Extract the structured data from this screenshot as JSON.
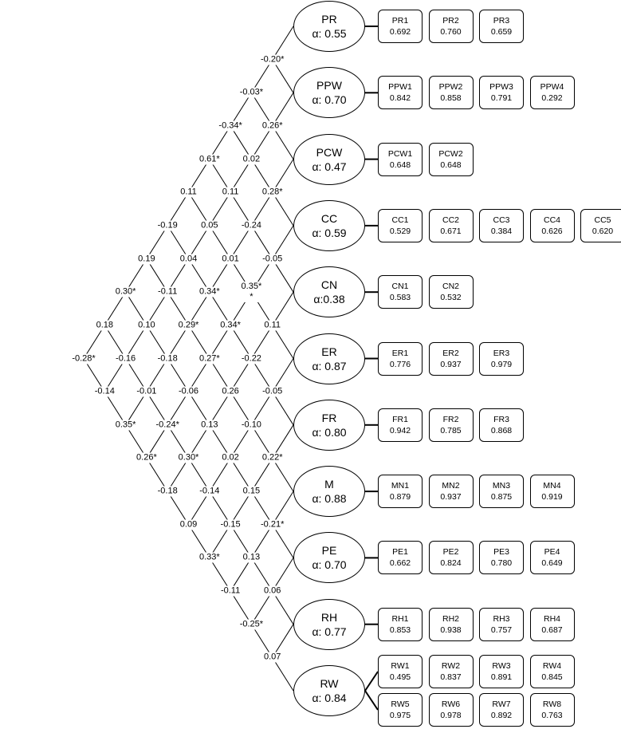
{
  "constructs": [
    {
      "id": "PR",
      "label": "PR",
      "alpha": "α: 0.55",
      "items": [
        {
          "name": "PR1",
          "value": "0.692"
        },
        {
          "name": "PR2",
          "value": "0.760"
        },
        {
          "name": "PR3",
          "value": "0.659"
        }
      ]
    },
    {
      "id": "PPW",
      "label": "PPW",
      "alpha": "α: 0.70",
      "items": [
        {
          "name": "PPW1",
          "value": "0.842"
        },
        {
          "name": "PPW2",
          "value": "0.858"
        },
        {
          "name": "PPW3",
          "value": "0.791"
        },
        {
          "name": "PPW4",
          "value": "0.292"
        }
      ]
    },
    {
      "id": "PCW",
      "label": "PCW",
      "alpha": "α: 0.47",
      "items": [
        {
          "name": "PCW1",
          "value": "0.648"
        },
        {
          "name": "PCW2",
          "value": "0.648"
        }
      ]
    },
    {
      "id": "CC",
      "label": "CC",
      "alpha": "α: 0.59",
      "items": [
        {
          "name": "CC1",
          "value": "0.529"
        },
        {
          "name": "CC2",
          "value": "0.671"
        },
        {
          "name": "CC3",
          "value": "0.384"
        },
        {
          "name": "CC4",
          "value": "0.626"
        },
        {
          "name": "CC5",
          "value": "0.620"
        }
      ]
    },
    {
      "id": "CN",
      "label": "CN",
      "alpha": "α:0.38",
      "items": [
        {
          "name": "CN1",
          "value": "0.583"
        },
        {
          "name": "CN2",
          "value": "0.532"
        }
      ]
    },
    {
      "id": "ER",
      "label": "ER",
      "alpha": "α: 0.87",
      "items": [
        {
          "name": "ER1",
          "value": "0.776"
        },
        {
          "name": "ER2",
          "value": "0.937"
        },
        {
          "name": "ER3",
          "value": "0.979"
        }
      ]
    },
    {
      "id": "FR",
      "label": "FR",
      "alpha": "α: 0.80",
      "items": [
        {
          "name": "FR1",
          "value": "0.942"
        },
        {
          "name": "FR2",
          "value": "0.785"
        },
        {
          "name": "FR3",
          "value": "0.868"
        }
      ]
    },
    {
      "id": "M",
      "label": "M",
      "alpha": "α: 0.88",
      "items": [
        {
          "name": "MN1",
          "value": "0.879"
        },
        {
          "name": "MN2",
          "value": "0.937"
        },
        {
          "name": "MN3",
          "value": "0.875"
        },
        {
          "name": "MN4",
          "value": "0.919"
        }
      ]
    },
    {
      "id": "PE",
      "label": "PE",
      "alpha": "α: 0.70",
      "items": [
        {
          "name": "PE1",
          "value": "0.662"
        },
        {
          "name": "PE2",
          "value": "0.824"
        },
        {
          "name": "PE3",
          "value": "0.780"
        },
        {
          "name": "PE4",
          "value": "0.649"
        }
      ]
    },
    {
      "id": "RH",
      "label": "RH",
      "alpha": "α: 0.77",
      "items": [
        {
          "name": "RH1",
          "value": "0.853"
        },
        {
          "name": "RH2",
          "value": "0.938"
        },
        {
          "name": "RH3",
          "value": "0.757"
        },
        {
          "name": "RH4",
          "value": "0.687"
        }
      ]
    },
    {
      "id": "RW",
      "label": "RW",
      "alpha": "α: 0.84",
      "items": [
        {
          "name": "RW1",
          "value": "0.495"
        },
        {
          "name": "RW2",
          "value": "0.837"
        },
        {
          "name": "RW3",
          "value": "0.891"
        },
        {
          "name": "RW4",
          "value": "0.845"
        },
        {
          "name": "RW5",
          "value": "0.975"
        },
        {
          "name": "RW6",
          "value": "0.978"
        },
        {
          "name": "RW7",
          "value": "0.892"
        },
        {
          "name": "RW8",
          "value": "0.763"
        }
      ]
    }
  ],
  "correlations": [
    {
      "pair": [
        "PR",
        "PPW"
      ],
      "value": "-0.20*"
    },
    {
      "pair": [
        "PR",
        "PCW"
      ],
      "value": "-0.03*"
    },
    {
      "pair": [
        "PR",
        "CC"
      ],
      "value": "-0.34*"
    },
    {
      "pair": [
        "PR",
        "CN"
      ],
      "value": "0.61*"
    },
    {
      "pair": [
        "PR",
        "ER"
      ],
      "value": "0.11"
    },
    {
      "pair": [
        "PR",
        "FR"
      ],
      "value": "-0.19"
    },
    {
      "pair": [
        "PR",
        "M"
      ],
      "value": "0.19"
    },
    {
      "pair": [
        "PR",
        "PE"
      ],
      "value": "0.30*"
    },
    {
      "pair": [
        "PR",
        "RH"
      ],
      "value": "0.18"
    },
    {
      "pair": [
        "PR",
        "RW"
      ],
      "value": "-0.28*"
    },
    {
      "pair": [
        "PPW",
        "PCW"
      ],
      "value": "0.26*"
    },
    {
      "pair": [
        "PPW",
        "CC"
      ],
      "value": "0.02"
    },
    {
      "pair": [
        "PPW",
        "CN"
      ],
      "value": "0.11"
    },
    {
      "pair": [
        "PPW",
        "ER"
      ],
      "value": "0.05"
    },
    {
      "pair": [
        "PPW",
        "FR"
      ],
      "value": "0.04"
    },
    {
      "pair": [
        "PPW",
        "M"
      ],
      "value": "-0.11"
    },
    {
      "pair": [
        "PPW",
        "PE"
      ],
      "value": "0.10"
    },
    {
      "pair": [
        "PPW",
        "RH"
      ],
      "value": "-0.16"
    },
    {
      "pair": [
        "PPW",
        "RW"
      ],
      "value": "-0.14"
    },
    {
      "pair": [
        "PCW",
        "CC"
      ],
      "value": "0.28*"
    },
    {
      "pair": [
        "PCW",
        "CN"
      ],
      "value": "-0.24"
    },
    {
      "pair": [
        "PCW",
        "ER"
      ],
      "value": "0.01"
    },
    {
      "pair": [
        "PCW",
        "FR"
      ],
      "value": "0.34*"
    },
    {
      "pair": [
        "PCW",
        "M"
      ],
      "value": "0.29*"
    },
    {
      "pair": [
        "PCW",
        "PE"
      ],
      "value": "-0.18"
    },
    {
      "pair": [
        "PCW",
        "RH"
      ],
      "value": "-0.01"
    },
    {
      "pair": [
        "PCW",
        "RW"
      ],
      "value": "0.35*"
    },
    {
      "pair": [
        "CC",
        "CN"
      ],
      "value": "-0.05"
    },
    {
      "pair": [
        "CC",
        "ER"
      ],
      "value": "0.35*\n*"
    },
    {
      "pair": [
        "CC",
        "FR"
      ],
      "value": "0.34*"
    },
    {
      "pair": [
        "CC",
        "M"
      ],
      "value": "0.27*"
    },
    {
      "pair": [
        "CC",
        "PE"
      ],
      "value": "-0.06"
    },
    {
      "pair": [
        "CC",
        "RH"
      ],
      "value": "-0.24*"
    },
    {
      "pair": [
        "CC",
        "RW"
      ],
      "value": "0.26*"
    },
    {
      "pair": [
        "CN",
        "ER"
      ],
      "value": "0.11"
    },
    {
      "pair": [
        "CN",
        "FR"
      ],
      "value": "-0.22"
    },
    {
      "pair": [
        "CN",
        "M"
      ],
      "value": "0.26"
    },
    {
      "pair": [
        "CN",
        "PE"
      ],
      "value": "0.13"
    },
    {
      "pair": [
        "CN",
        "RH"
      ],
      "value": "0.30*"
    },
    {
      "pair": [
        "CN",
        "RW"
      ],
      "value": "-0.18"
    },
    {
      "pair": [
        "ER",
        "FR"
      ],
      "value": "-0.05"
    },
    {
      "pair": [
        "ER",
        "M"
      ],
      "value": "-0.10"
    },
    {
      "pair": [
        "ER",
        "PE"
      ],
      "value": "0.02"
    },
    {
      "pair": [
        "ER",
        "RH"
      ],
      "value": "-0.14"
    },
    {
      "pair": [
        "ER",
        "RW"
      ],
      "value": "0.09"
    },
    {
      "pair": [
        "FR",
        "M"
      ],
      "value": "0.22*"
    },
    {
      "pair": [
        "FR",
        "PE"
      ],
      "value": "0.15"
    },
    {
      "pair": [
        "FR",
        "RH"
      ],
      "value": "-0.15"
    },
    {
      "pair": [
        "FR",
        "RW"
      ],
      "value": "0.33*"
    },
    {
      "pair": [
        "M",
        "PE"
      ],
      "value": "-0.21*"
    },
    {
      "pair": [
        "M",
        "RH"
      ],
      "value": "0.13"
    },
    {
      "pair": [
        "M",
        "RW"
      ],
      "value": "-0.11"
    },
    {
      "pair": [
        "PE",
        "RH"
      ],
      "value": "0.06"
    },
    {
      "pair": [
        "PE",
        "RW"
      ],
      "value": "-0.25*"
    },
    {
      "pair": [
        "RH",
        "RW"
      ],
      "value": "0.07"
    }
  ]
}
